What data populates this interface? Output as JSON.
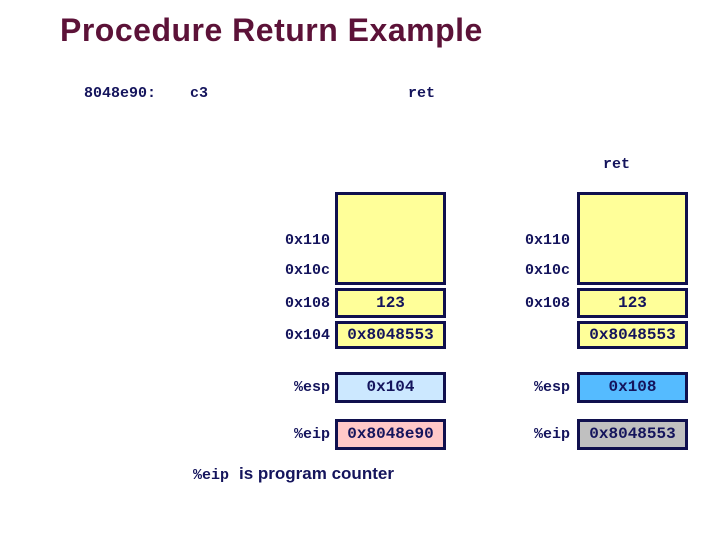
{
  "slide": {
    "title": "Procedure Return Example",
    "code": {
      "address": "8048e90:",
      "bytes": "c3",
      "instruction": "ret"
    },
    "step_label": "ret",
    "before": {
      "stack": {
        "addresses": [
          "0x110",
          "0x10c",
          "0x108",
          "0x104"
        ],
        "value_row1": "123",
        "value_row2": "0x8048553"
      },
      "registers": {
        "esp_label": "%esp",
        "esp_value": "0x104",
        "eip_label": "%eip",
        "eip_value": "0x8048e90"
      }
    },
    "after": {
      "stack": {
        "addresses": [
          "0x110",
          "0x10c",
          "0x108"
        ],
        "value_row1": "123",
        "value_row2": "0x8048553"
      },
      "registers": {
        "esp_label": "%esp",
        "esp_value": "0x108",
        "eip_label": "%eip",
        "eip_value": "0x8048553"
      }
    },
    "caption": {
      "register": "%eip",
      "text": "is program counter"
    },
    "colors": {
      "title_maroon": "#5C1238",
      "navy_text": "#14145C",
      "box_border_navy": "#10104E",
      "stack_fill_yellow": "#FFFF99",
      "esp_before_fill": "#CCE8FF",
      "esp_after_fill": "#55BBFF",
      "eip_before_fill": "#FFC8C8",
      "eip_after_fill": "#C0C0C0"
    }
  }
}
